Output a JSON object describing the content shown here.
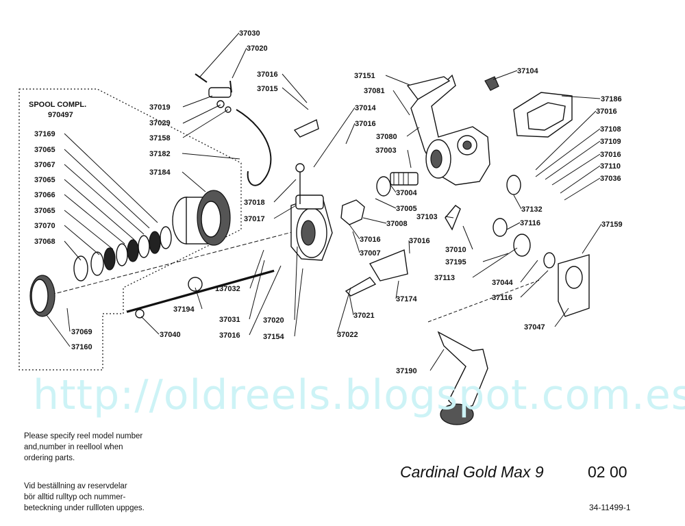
{
  "spool_assembly": {
    "title": "SPOOL COMPL.",
    "number": "970497"
  },
  "parts": [
    "37030",
    "37020",
    "37016",
    "37015",
    "37019",
    "37029",
    "37158",
    "37182",
    "37184",
    "37169",
    "37065",
    "37067",
    "37065",
    "37066",
    "37065",
    "37070",
    "37068",
    "37069",
    "37160",
    "37018",
    "37017",
    "37014",
    "37016",
    "37003",
    "37080",
    "37081",
    "37151",
    "37104",
    "37186",
    "37016",
    "37108",
    "37109",
    "37016",
    "37110",
    "37036",
    "37004",
    "37005",
    "37008",
    "37016",
    "37007",
    "37132",
    "37103",
    "37116",
    "37010",
    "37159",
    "37016",
    "37195",
    "37113",
    "37044",
    "37116",
    "37047",
    "37174",
    "37021",
    "37022",
    "37154",
    "37020",
    "37016",
    "37031",
    "137032",
    "37194",
    "37040",
    "37190"
  ],
  "watermark": "http://oldreels.blogspot.com.es/",
  "notes": {
    "en_line1": "Please specify reel model number",
    "en_line2": "and,number in reellool when",
    "en_line3": "ordering parts.",
    "sv_line1": "Vid beställning av reservdelar",
    "sv_line2": "bör alltid rulltyp och nummer-",
    "sv_line3": "beteckning under rullloten uppges."
  },
  "model_title": "Cardinal Gold Max 9",
  "edition_date": "02 00",
  "doc_number": "34-11499-1"
}
